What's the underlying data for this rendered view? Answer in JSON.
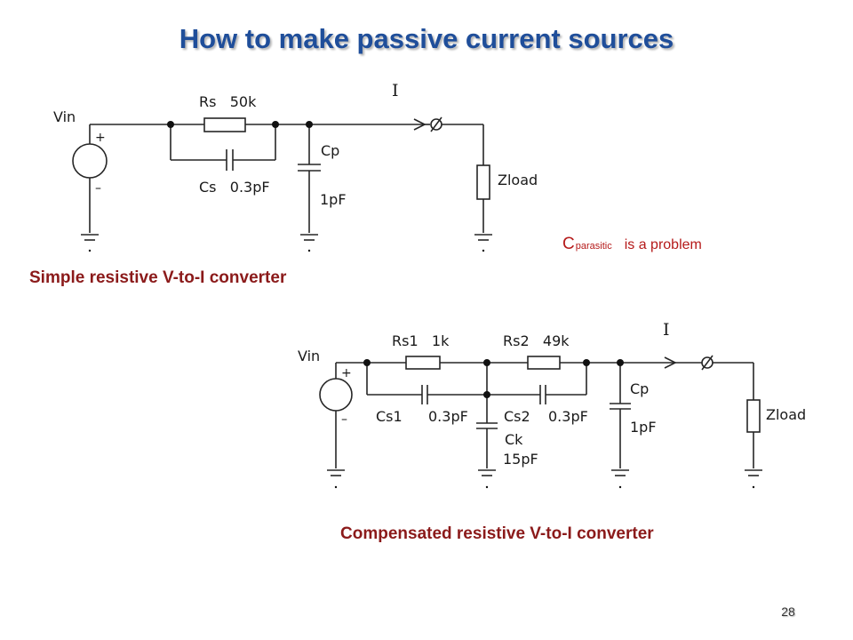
{
  "title": "How to make passive current sources",
  "circuit_simple": {
    "vin": "Vin",
    "plus": "+",
    "minus": "–",
    "rs": "Rs   50k",
    "cs": "Cs   0.3pF",
    "cp": "Cp",
    "cp_value": "1pF",
    "current": "I",
    "zload": "Zload",
    "caption": "Simple resistive V-to-I converter"
  },
  "note": {
    "symbol": "C",
    "subscript": "parasitic",
    "text": "is a problem"
  },
  "circuit_compensated": {
    "vin": "Vin",
    "plus": "+",
    "minus": "–",
    "rs1": "Rs1   1k",
    "rs2": "Rs2   49k",
    "cs1": "Cs1",
    "cs1_value": "0.3pF",
    "cs2": "Cs2",
    "cs2_value": "0.3pF",
    "ck": "Ck",
    "ck_value": "15pF",
    "cp": "Cp",
    "cp_value": "1pF",
    "current": "I",
    "zload": "Zload",
    "caption": "Compensated resistive V-to-I converter"
  },
  "page_number": "28",
  "colors": {
    "title": "#1f4e9a",
    "caption": "#8b1a1a",
    "note": "#b51a1a"
  }
}
